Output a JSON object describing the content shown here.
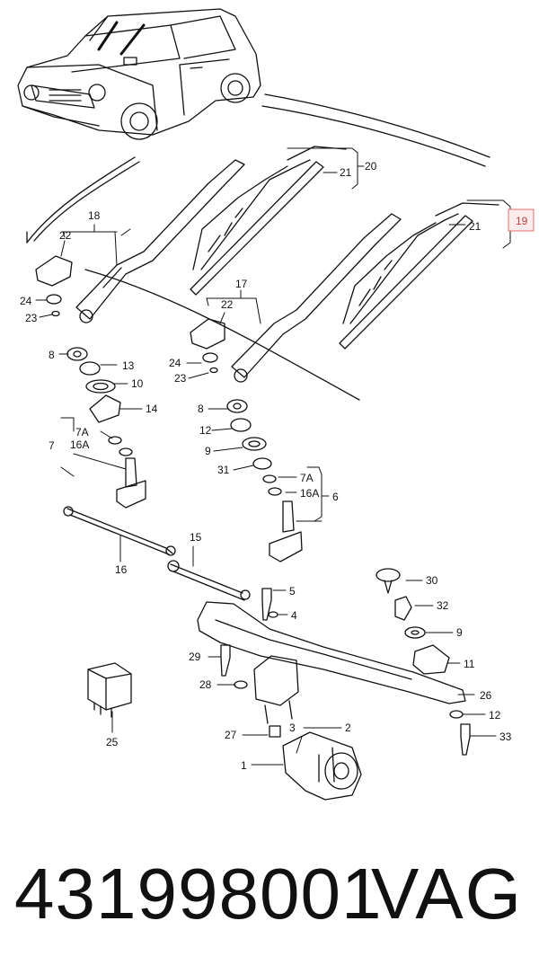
{
  "footer": {
    "part_number": "431998001",
    "brand": "VAG"
  },
  "highlight_color": "#e07070",
  "callouts": {
    "c1": "1",
    "c2": "2",
    "c3": "3",
    "c4": "4",
    "c5": "5",
    "c6": "6",
    "c7": "7",
    "c7a_left": "7A",
    "c7a_right": "7A",
    "c8_left": "8",
    "c8_right": "8",
    "c9_left": "9",
    "c9_right": "9",
    "c10": "10",
    "c11": "11",
    "c12_left": "12",
    "c12_right": "12",
    "c13": "13",
    "c14": "14",
    "c15": "15",
    "c16": "16",
    "c16a_left": "16A",
    "c16a_right": "16A",
    "c17": "17",
    "c18": "18",
    "c19": "19",
    "c20": "20",
    "c21_top": "21",
    "c21_right": "21",
    "c22_left": "22",
    "c22_right": "22",
    "c23_left": "23",
    "c23_right": "23",
    "c24_left": "24",
    "c24_right": "24",
    "c25": "25",
    "c26": "26",
    "c27": "27",
    "c28": "28",
    "c29": "29",
    "c30": "30",
    "c31": "31",
    "c32": "32",
    "c33": "33"
  }
}
